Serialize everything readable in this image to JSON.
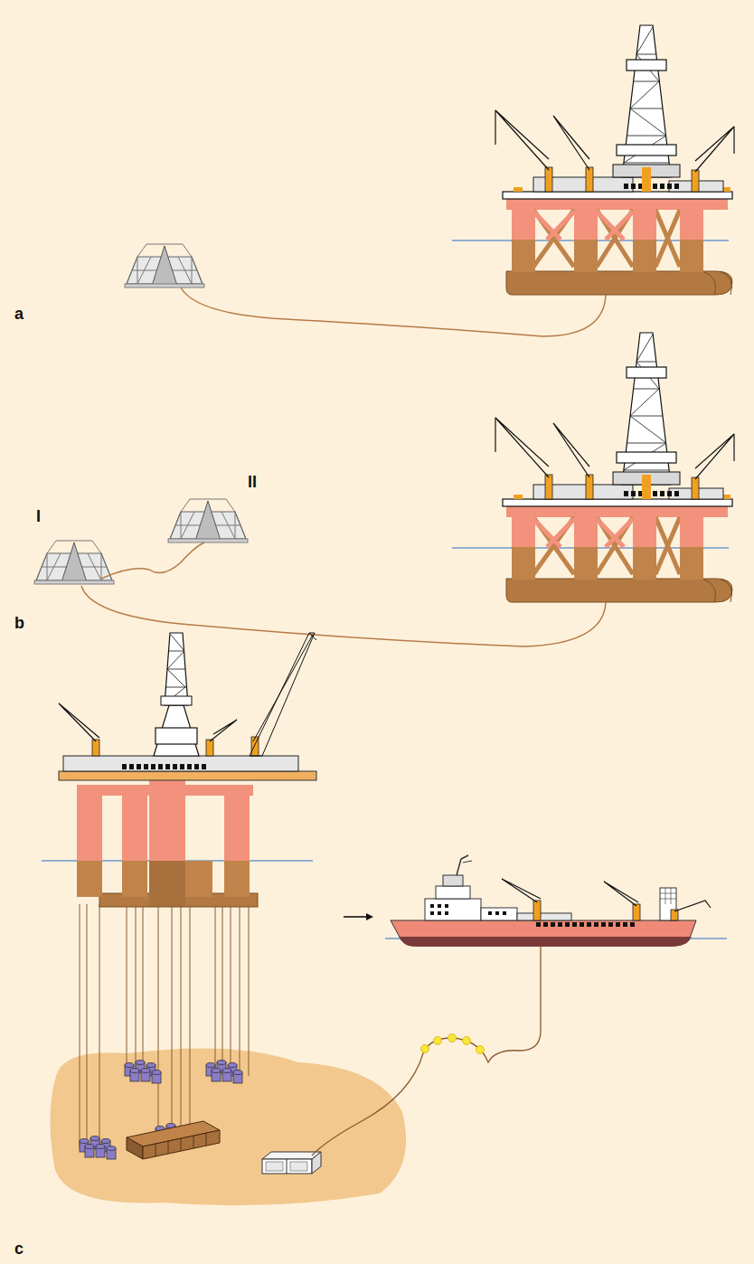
{
  "diagram": {
    "labels": [
      "a",
      "I",
      "II",
      "b",
      "c"
    ]
  }
}
